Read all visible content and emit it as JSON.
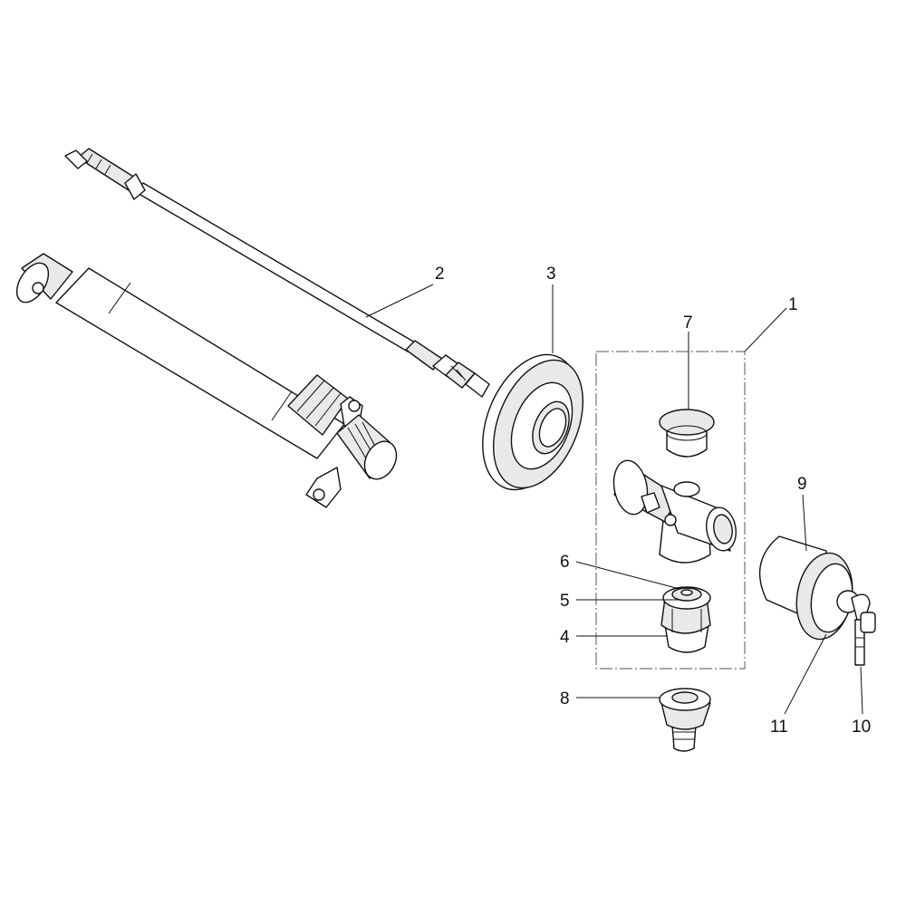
{
  "callouts": {
    "c1": "1",
    "c2": "2",
    "c3": "3",
    "c4": "4",
    "c5": "5",
    "c6": "6",
    "c7": "7",
    "c8": "8",
    "c9": "9",
    "c10": "10",
    "c11": "11"
  },
  "colors": {
    "line": "#111111",
    "fill": "#ffffff",
    "shade": "#e9e9e9"
  }
}
